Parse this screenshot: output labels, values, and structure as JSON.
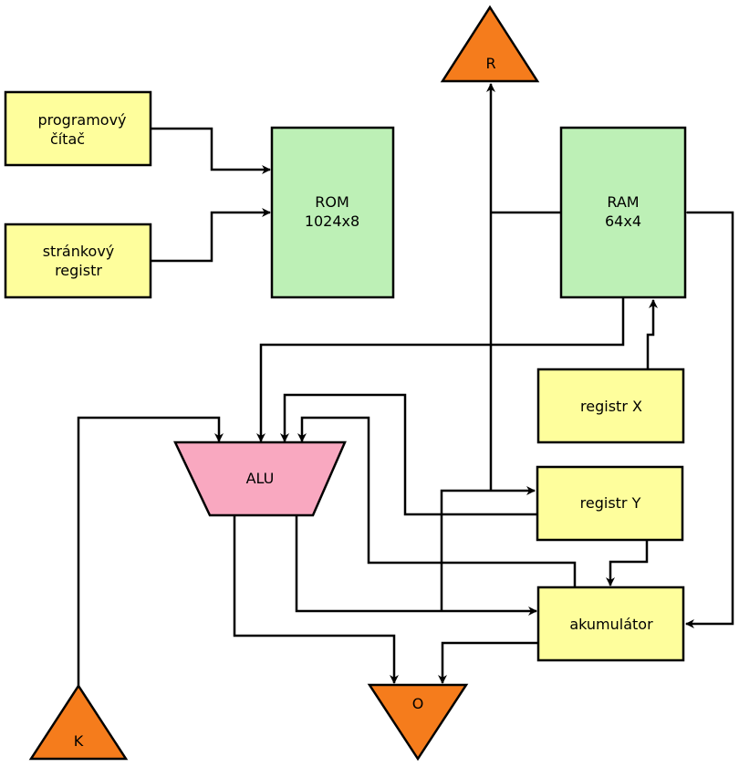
{
  "blocks": {
    "programovy_citac": [
      "programový",
      "čítač"
    ],
    "strankovy_registr": [
      "stránkový",
      "registr"
    ],
    "rom": [
      "ROM",
      "1024x8"
    ],
    "ram": [
      "RAM",
      "64x4"
    ],
    "registr_x": "registr X",
    "registr_y": "registr Y",
    "akumulator": "akumulátor",
    "alu": "ALU"
  },
  "ports": {
    "r": "R",
    "k": "K",
    "o": "O"
  },
  "colors": {
    "register": "#fefe9c",
    "memory": "#bdf0b6",
    "alu": "#f9a8c0",
    "port": "#f57c1c"
  }
}
